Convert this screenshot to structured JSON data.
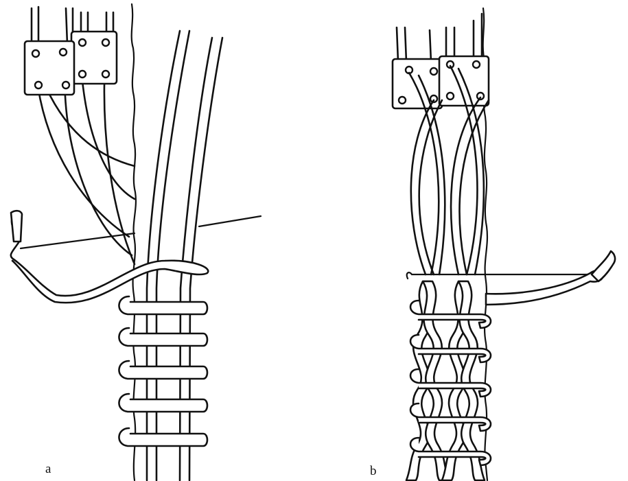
{
  "panels": [
    {
      "id": "a",
      "label": "a"
    },
    {
      "id": "b",
      "label": "b"
    }
  ],
  "colors": {
    "ink": "#111111",
    "paper": "#ffffff"
  }
}
